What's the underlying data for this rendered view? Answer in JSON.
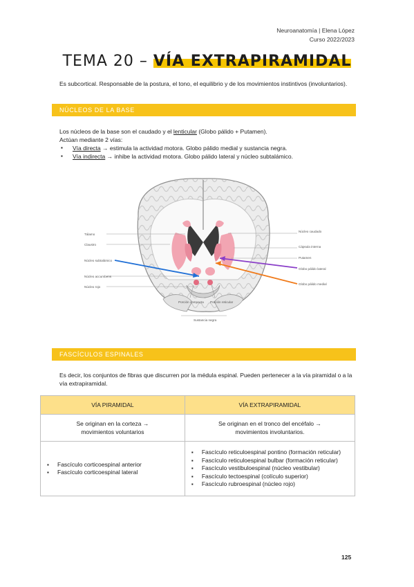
{
  "header": {
    "course": "Neuroanatomía | Elena López",
    "year": "Curso 2022/2023"
  },
  "title": {
    "prefix": "TEMA 20 – ",
    "highlight": "VÍA EXTRAPIRAMIDAL"
  },
  "intro": "Es subcortical. Responsable de la postura, el tono, el equilibrio y de los movimientos instintivos (involuntarios).",
  "section1": {
    "heading": "NÚCLEOS DE LA BASE",
    "line1_a": "Los núcleos de la base son el caudado y el ",
    "line1_u": "lenticular",
    "line1_b": " (Globo pálido + Putamen).",
    "line2": "Actúan mediante 2 vías:",
    "bullets": [
      {
        "u": "Vía directa",
        "rest": " → estimula la actividad motora. Globo pálido medial y sustancia negra."
      },
      {
        "u": "Vía indirecta",
        "rest": " → inhibe la actividad motora. Globo pálido lateral y núcleo subtalámico."
      }
    ]
  },
  "figure": {
    "labels_left": [
      "Tálamo",
      "Claustro",
      "Núcleo subtalámico",
      "Núcleo accumbens",
      "Núcleo rojo"
    ],
    "labels_right": [
      "Núcleo caudado",
      "Cápsula interna",
      "Putamen",
      "Globo pálido lateral",
      "Globo pálido medial"
    ],
    "labels_bottom": [
      "Porción compacta",
      "Porción reticular",
      "Sustancia negra"
    ],
    "arrow_colors": {
      "blue": "#1f6fd6",
      "purple": "#8a3ec8",
      "orange": "#f07a1a"
    }
  },
  "section2": {
    "heading": "FASCÍCULOS ESPINALES",
    "intro": "Es decir, los conjuntos de fibras que discurren por la médula espinal. Pueden pertenecer a la vía piramidal o a la vía extrapiramidal."
  },
  "table": {
    "headers": [
      "VÍA PIRAMIDAL",
      "VÍA EXTRAPIRAMIDAL"
    ],
    "origin": [
      "Se originan en la corteza → movimientos voluntarios",
      "Se originan en el tronco del encéfalo → movimientos involuntarios."
    ],
    "left_items": [
      "Fascículo corticoespinal anterior",
      "Fascículo corticoespinal lateral"
    ],
    "right_items": [
      "Fascículo reticuloespinal pontino (formación reticular)",
      "Fascículo reticuloespinal bulbar (formación reticular)",
      "Fascículo vestibuloespinal (núcleo vestibular)",
      "Fascículo tectoespinal (colículo superior)",
      "Fascículo rubroespinal (núcleo rojo)"
    ]
  },
  "page_number": "125",
  "colors": {
    "accent": "#f7c21a",
    "table_header": "#fde08a"
  }
}
